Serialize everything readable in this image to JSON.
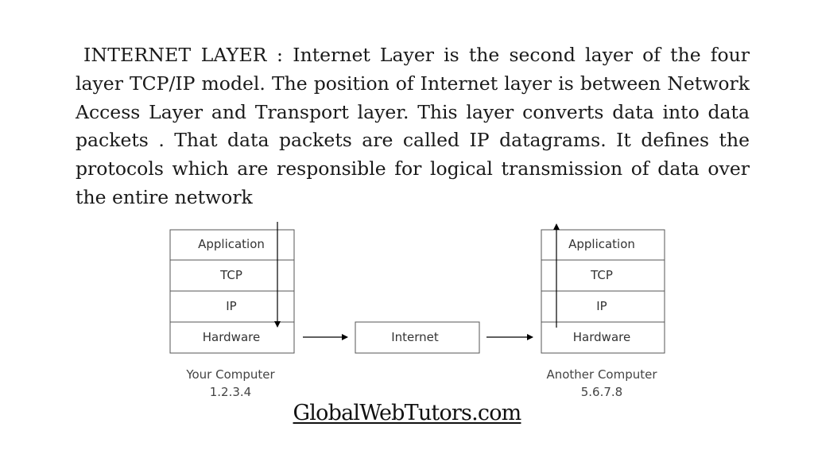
{
  "paragraph": {
    "heading": "INTERNET LAYER :",
    "body": " Internet Layer is the second layer of the four layer TCP/IP model. The position of Internet layer is between Network Access Layer and Transport layer. This layer converts data into data packets . That data packets are called IP datagrams. It defines the protocols which are responsible for logical transmission of data over the entire network"
  },
  "diagram": {
    "left_stack": {
      "layers": [
        "Application",
        "TCP",
        "IP",
        "Hardware"
      ],
      "caption_name": "Your Computer",
      "caption_address": "1.2.3.4"
    },
    "middle": {
      "label": "Internet"
    },
    "right_stack": {
      "layers": [
        "Application",
        "TCP",
        "IP",
        "Hardware"
      ],
      "caption_name": "Another Computer",
      "caption_address": "5.6.7.8"
    }
  },
  "footer": {
    "text": "GlobalWebTutors.com"
  }
}
